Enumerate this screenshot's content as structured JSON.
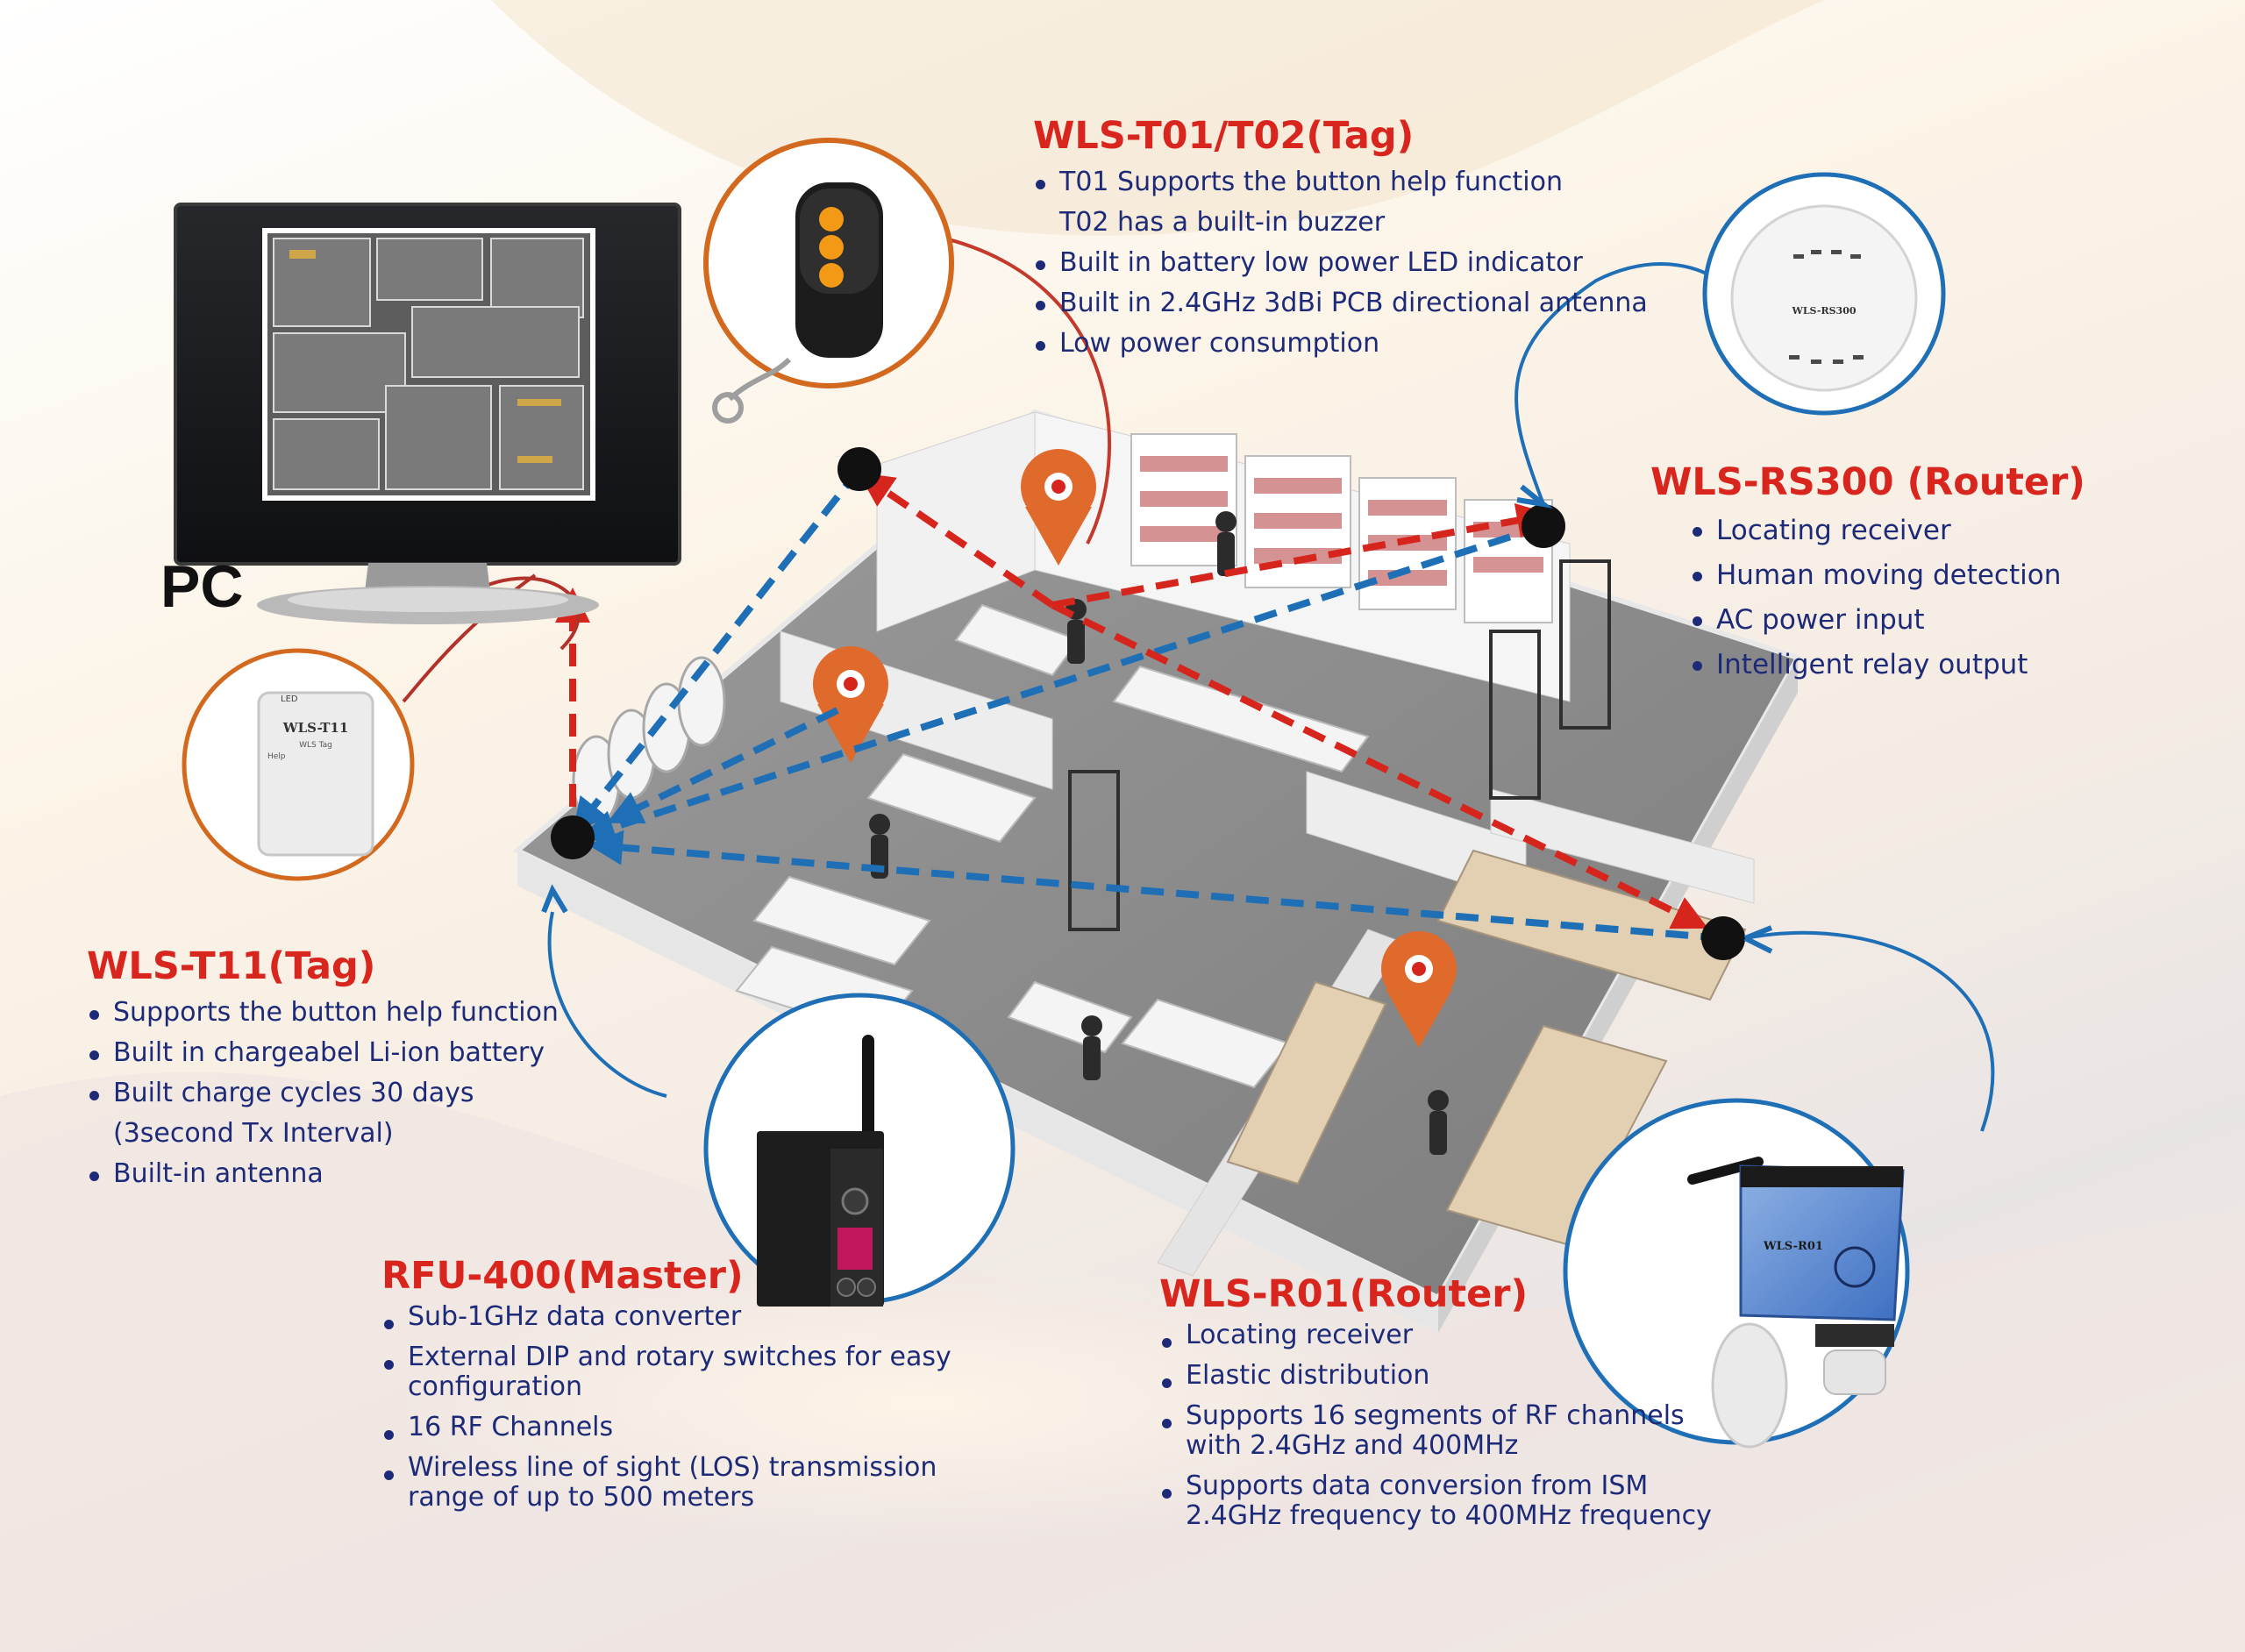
{
  "pc": {
    "label": "PC"
  },
  "devices": {
    "t01t02": {
      "title": "WLS-T01/T02(Tag)",
      "bullets": [
        "T01 Supports the button help function",
        "Built in battery low power LED indicator",
        "Built in 2.4GHz 3dBi PCB directional antenna",
        "Low power consumption"
      ],
      "bullet_continuation": "T02 has a built-in buzzer"
    },
    "rs300": {
      "title": "WLS-RS300 (Router)",
      "bullets": [
        "Locating receiver",
        "Human moving detection",
        "AC power input",
        "Intelligent  relay output"
      ],
      "product_label": "WLS-RS300"
    },
    "t11": {
      "title": "WLS-T11(Tag)",
      "bullets": [
        "Supports the button help function",
        "Built in chargeabel Li-ion battery",
        "Built charge cycles 30 days",
        "Built-in antenna"
      ],
      "bullet_continuation": "(3second Tx Interval)",
      "product_label": "WLS-T11",
      "product_sublabel": "WLS Tag",
      "led_label": "LED",
      "help_label": "Help"
    },
    "rfu400": {
      "title": "RFU-400(Master)",
      "bullets": [
        "Sub-1GHz data converter",
        "External DIP and rotary switches for easy configuration",
        "16 RF Channels",
        "Wireless line of sight (LOS) transmission range of up to 500 meters"
      ]
    },
    "r01": {
      "title": "WLS-R01(Router)",
      "bullets": [
        "Locating receiver",
        "Elastic distribution",
        "Supports 16 segments of RF channels with 2.4GHz and 400MHz",
        "Supports data conversion from ISM 2.4GHz frequency to 400MHz frequency"
      ],
      "product_label": "WLS-R01"
    }
  },
  "colors": {
    "heading_red": "#d8251d",
    "bullet_navy": "#1d2a78",
    "link_blue": "#1f6fb7",
    "link_red": "#d6251c",
    "callout_orange": "#d2691e"
  }
}
